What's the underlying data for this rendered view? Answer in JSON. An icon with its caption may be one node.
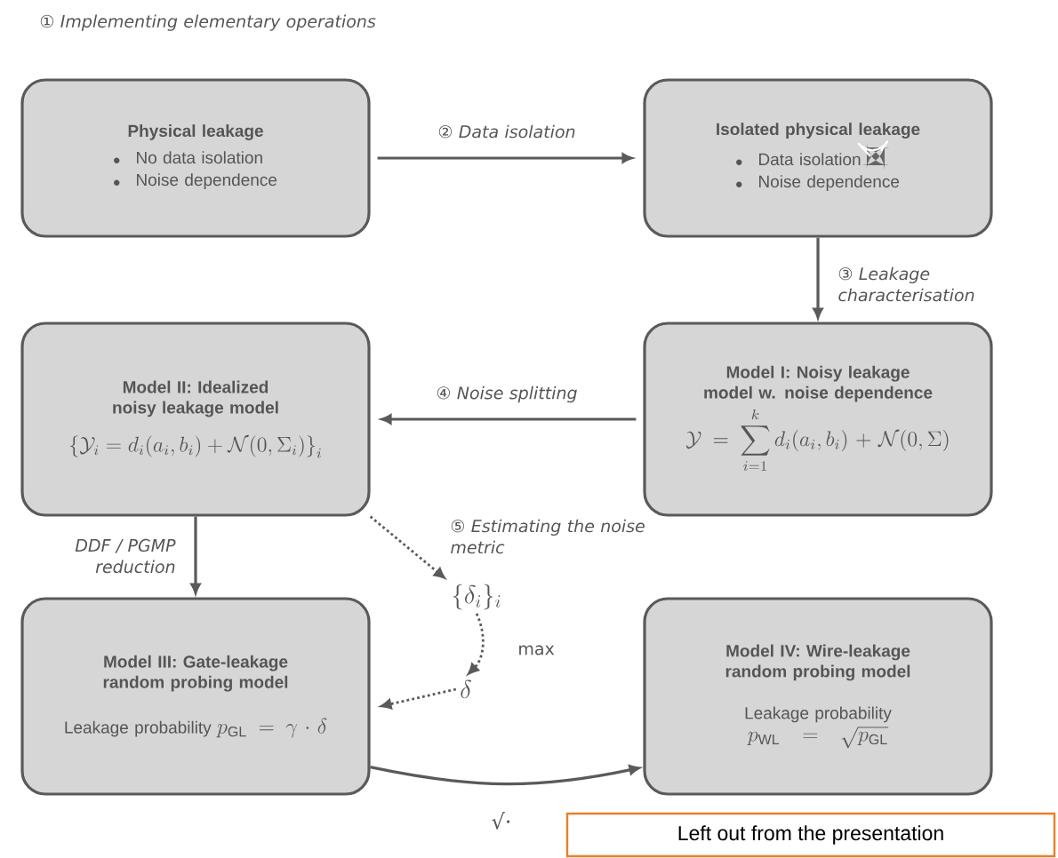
{
  "diagram": {
    "nodes": [
      {
        "text": [
          "Physical leakage",
          "No data isolation",
          "Noise dependence"
        ],
        "beside": [
          "① Implementing elementary operations"
        ]
      },
      {
        "text": [
          "Isolated physical leakage",
          "Data isolation",
          "Noise dependence"
        ]
      },
      {
        "text": [
          "Model I: Noisy leakage model w. noise dependence",
          "\\mathcal{Y} = \\sum_{i=1}^{k} d_i(a_i,b_i) + \\mathcal{N}(0,\\Sigma)"
        ]
      },
      {
        "text": [
          "Model II: Idealized noisy leakage model",
          "\\left\\{\\mathcal{Y}_i = d_i(a_i,b_i) + \\mathcal{N}(0,\\Sigma_i)\\right\\}_i"
        ]
      },
      {
        "text": [
          "\\{\\delta_i\\}_i"
        ]
      },
      {
        "text": [
          "\\delta"
        ]
      },
      {
        "text": [
          "Model III: Gate-leakage random probing model",
          "Leakage probability",
          "p_{\\mathrm{GL}} = \\gamma \\cdot \\delta"
        ]
      },
      {
        "text": [
          "Model IV: Wire-leakage random probing model",
          "Leakage probability",
          "p_{\\mathrm{WL}} = \\sqrt{p_{\\mathrm{GL}}}"
        ]
      },
      {
        "text": [
          "Left out from the presentation"
        ]
      }
    ],
    "edges": [
      {
        "from": 0,
        "to": 1,
        "arrow": "to",
        "label": "② Data isolation"
      },
      {
        "from": 1,
        "to": 2,
        "arrow": "to",
        "label": "③ Leakage characterisation"
      },
      {
        "from": 2,
        "to": 3,
        "arrow": "to",
        "label": "④ Noise splitting"
      },
      {
        "from": 3,
        "to": 4,
        "arrow": "to",
        "style": "dashed",
        "label": "⑤ Estimating the noise metric"
      },
      {
        "from": 4,
        "to": 5,
        "arrow": "to",
        "style": "dashed",
        "label": "max"
      },
      {
        "from": 5,
        "to": 6,
        "arrow": "to",
        "style": "dashed"
      },
      {
        "from": 3,
        "to": 6,
        "arrow": "to",
        "label": "DDF / PGMP reduction"
      },
      {
        "from": 6,
        "to": 7,
        "arrow": "to",
        "label": "√·"
      }
    ]
  }
}
